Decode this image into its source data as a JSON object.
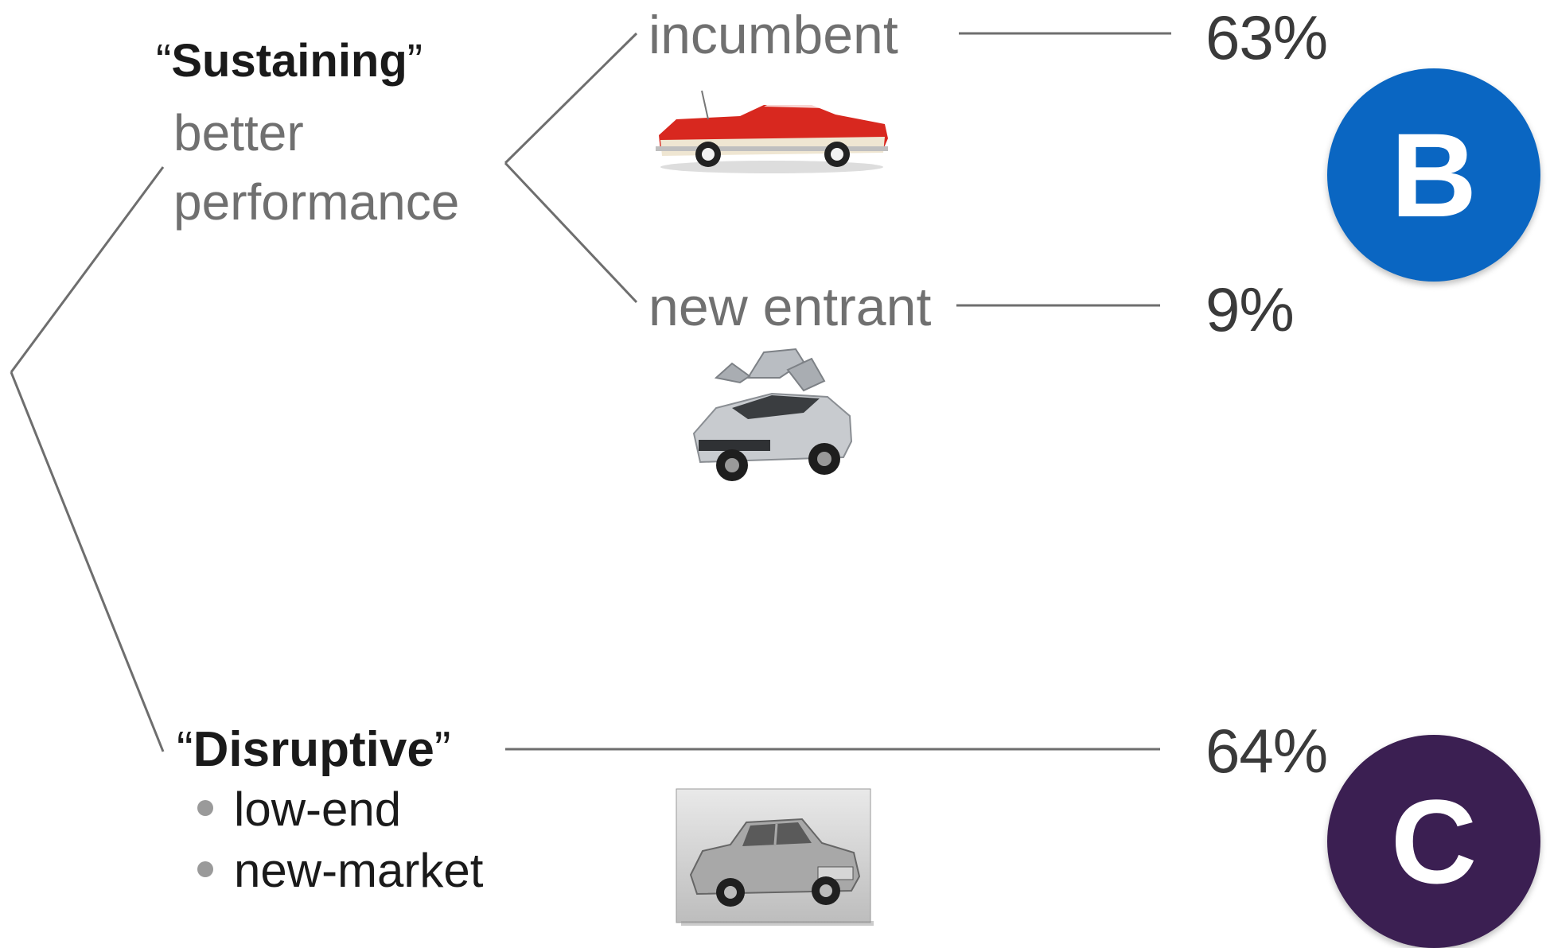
{
  "sustaining": {
    "quote_open": "“",
    "title": "Sustaining",
    "quote_close": "”",
    "line1": "better",
    "line2": "performance"
  },
  "incumbent": {
    "label": "incumbent",
    "pct": "63%",
    "car_icon": "red-convertible-car-icon"
  },
  "new_entrant": {
    "label": "new entrant",
    "pct": "9%",
    "car_icon": "silver-gullwing-car-icon"
  },
  "disruptive": {
    "quote_open": "“",
    "title": "Disruptive",
    "quote_close": "”",
    "bullets": [
      "low-end",
      "new-market"
    ],
    "pct": "64%",
    "car_icon": "small-vintage-sedan-photo-icon"
  },
  "badges": [
    {
      "letter": "B",
      "color": "#0a66c2"
    },
    {
      "letter": "C",
      "color": "#3b1f52"
    }
  ],
  "colors": {
    "line": "#6e6e6e"
  }
}
